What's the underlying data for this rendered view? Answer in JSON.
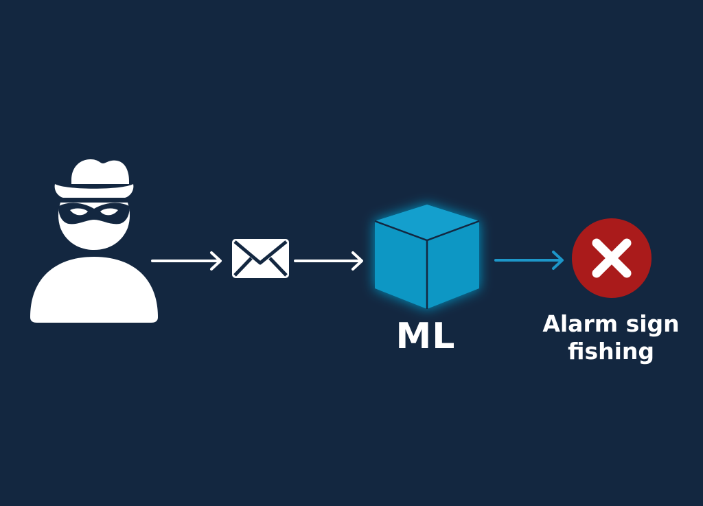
{
  "colors": {
    "background": "#132740",
    "foreground": "#ffffff",
    "cube_face": "#1197c4",
    "cube_glow": "#2fb4e6",
    "accent_arrow": "#1d97c9",
    "alarm_red": "#aa1b1b"
  },
  "nodes": {
    "attacker": {
      "icon": "hacker-icon"
    },
    "email": {
      "icon": "envelope-icon"
    },
    "model": {
      "icon": "cube-icon",
      "label": "ML"
    },
    "result": {
      "icon": "x-circle-icon",
      "label_line1": "Alarm sign",
      "label_line2": "fishing"
    }
  },
  "edges": [
    {
      "from": "attacker",
      "to": "email"
    },
    {
      "from": "email",
      "to": "model"
    },
    {
      "from": "model",
      "to": "result"
    }
  ]
}
